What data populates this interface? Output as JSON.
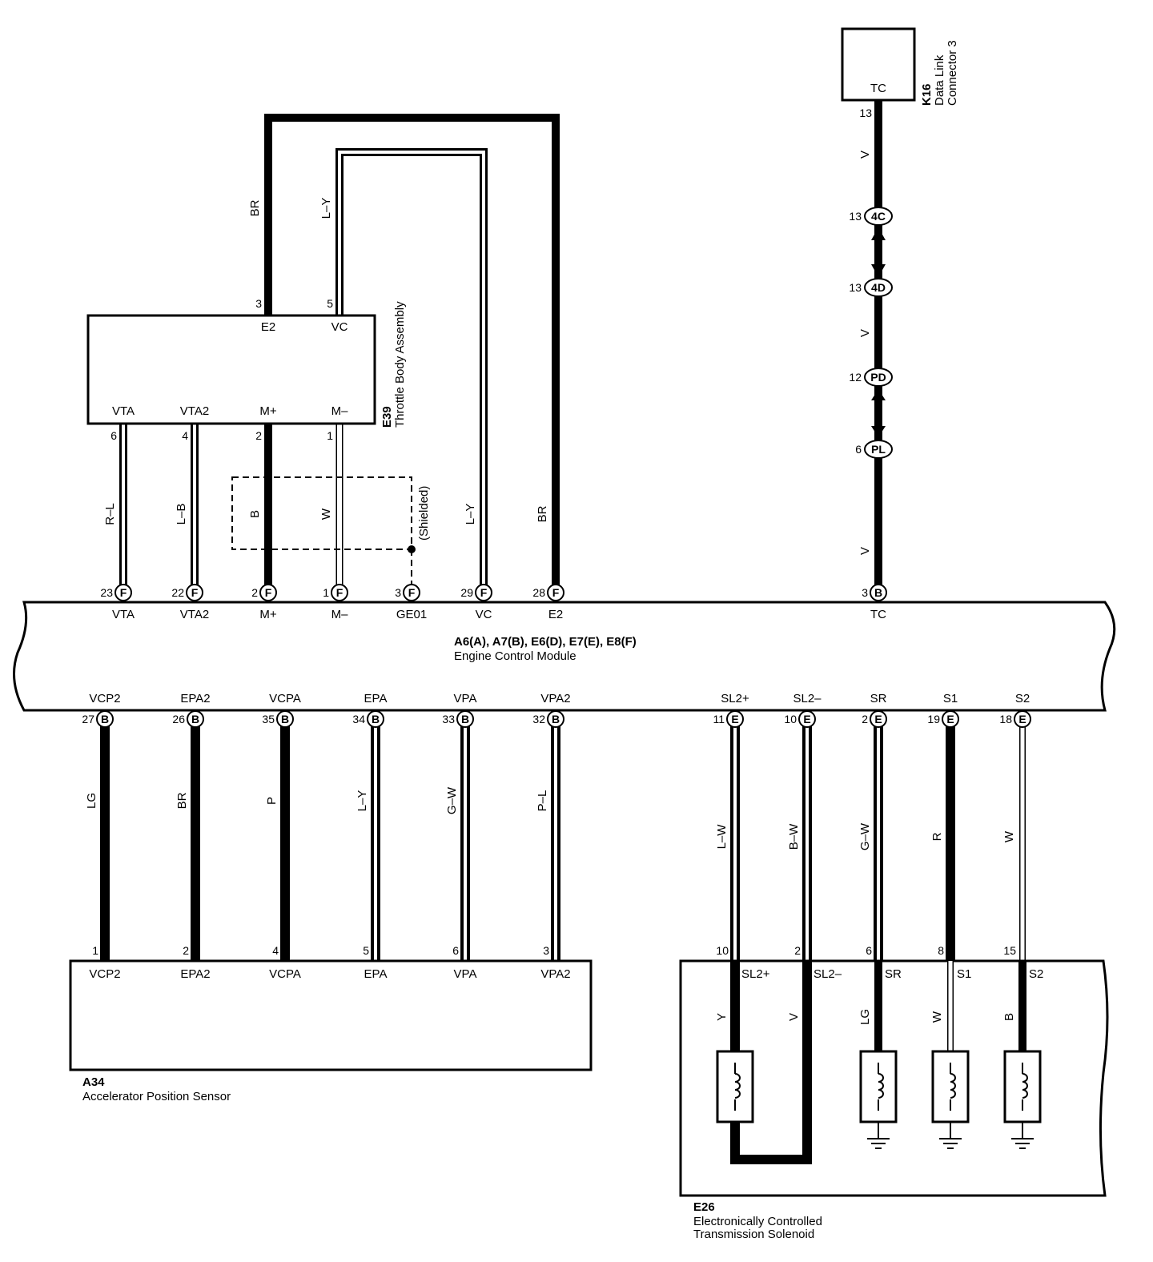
{
  "ecm": {
    "code": "A6(A), A7(B), E6(D), E7(E), E8(F)",
    "name": "Engine Control Module",
    "top_pins": [
      {
        "num": "23",
        "conn": "F",
        "name": "VTA"
      },
      {
        "num": "22",
        "conn": "F",
        "name": "VTA2"
      },
      {
        "num": "2",
        "conn": "F",
        "name": "M+"
      },
      {
        "num": "1",
        "conn": "F",
        "name": "M–"
      },
      {
        "num": "3",
        "conn": "F",
        "name": "GE01"
      },
      {
        "num": "29",
        "conn": "F",
        "name": "VC"
      },
      {
        "num": "28",
        "conn": "F",
        "name": "E2"
      },
      {
        "num": "3",
        "conn": "B",
        "name": "TC"
      }
    ],
    "bottom_pins": [
      {
        "num": "27",
        "conn": "B",
        "name": "VCP2"
      },
      {
        "num": "26",
        "conn": "B",
        "name": "EPA2"
      },
      {
        "num": "35",
        "conn": "B",
        "name": "VCPA"
      },
      {
        "num": "34",
        "conn": "B",
        "name": "EPA"
      },
      {
        "num": "33",
        "conn": "B",
        "name": "VPA"
      },
      {
        "num": "32",
        "conn": "B",
        "name": "VPA2"
      },
      {
        "num": "11",
        "conn": "E",
        "name": "SL2+"
      },
      {
        "num": "10",
        "conn": "E",
        "name": "SL2–"
      },
      {
        "num": "2",
        "conn": "E",
        "name": "SR"
      },
      {
        "num": "19",
        "conn": "E",
        "name": "S1"
      },
      {
        "num": "18",
        "conn": "E",
        "name": "S2"
      }
    ]
  },
  "throttle": {
    "code": "E39",
    "name": "Throttle Body Assembly",
    "top_pins": [
      {
        "num": "3",
        "name": "E2"
      },
      {
        "num": "5",
        "name": "VC"
      }
    ],
    "bottom_pins": [
      {
        "num": "6",
        "name": "VTA"
      },
      {
        "num": "4",
        "name": "VTA2"
      },
      {
        "num": "2",
        "name": "M+"
      },
      {
        "num": "1",
        "name": "M–"
      }
    ],
    "shielded_label": "(Shielded)"
  },
  "dlc": {
    "code": "K16",
    "name_line1": "Data Link",
    "name_line2": "Connector 3",
    "pin_name": "TC",
    "pin_num": "13",
    "junctions": [
      {
        "num": "13",
        "label": "4C"
      },
      {
        "num": "13",
        "label": "4D"
      },
      {
        "num": "12",
        "label": "PD"
      },
      {
        "num": "6",
        "label": "PL"
      }
    ]
  },
  "aps": {
    "code": "A34",
    "name": "Accelerator Position Sensor",
    "pins": [
      {
        "num": "1",
        "name": "VCP2"
      },
      {
        "num": "2",
        "name": "EPA2"
      },
      {
        "num": "4",
        "name": "VCPA"
      },
      {
        "num": "5",
        "name": "EPA"
      },
      {
        "num": "6",
        "name": "VPA"
      },
      {
        "num": "3",
        "name": "VPA2"
      }
    ]
  },
  "ects": {
    "code": "E26",
    "name_line1": "Electronically Controlled",
    "name_line2": "Transmission Solenoid",
    "pins": [
      {
        "num": "10",
        "name": "SL2+",
        "inner_wire": "Y"
      },
      {
        "num": "2",
        "name": "SL2–",
        "inner_wire": "V"
      },
      {
        "num": "6",
        "name": "SR",
        "inner_wire": "LG"
      },
      {
        "num": "8",
        "name": "S1",
        "inner_wire": "W"
      },
      {
        "num": "15",
        "name": "S2",
        "inner_wire": "B"
      }
    ]
  },
  "wires": {
    "top_br": "BR",
    "top_ly": "L–Y",
    "throttle_to_ecm": [
      "R–L",
      "L–B",
      "B",
      "W",
      "L–Y",
      "BR"
    ],
    "dlc": [
      "V",
      "V",
      "V"
    ],
    "aps_to_ecm": [
      "LG",
      "BR",
      "P",
      "L–Y",
      "G–W",
      "P–L"
    ],
    "ects_to_ecm": [
      "L–W",
      "B–W",
      "G–W",
      "R",
      "W"
    ]
  }
}
